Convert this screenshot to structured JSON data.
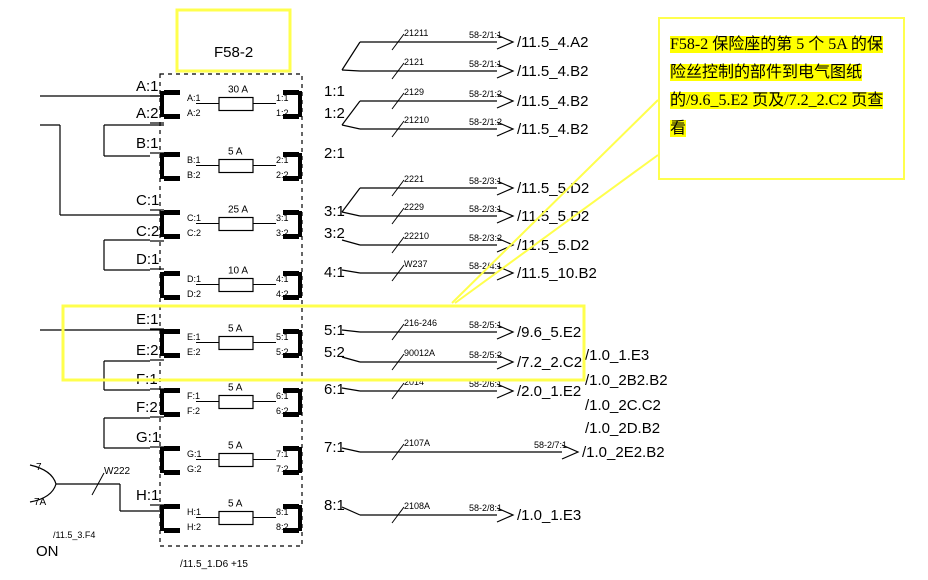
{
  "module_label": "F58-2",
  "annotation": "F58-2 保险座的第 5 个 5A 的保险丝控制的部件到电气图纸的/9.6_5.E2 页及/7.2_2.C2 页查看",
  "left_terminals": [
    "A:1",
    "A:2",
    "B:1",
    "C:1",
    "C:2",
    "D:1",
    "E:1",
    "E:2",
    "F:1",
    "F:2",
    "G:1",
    "H:1"
  ],
  "fuses": [
    {
      "in_top": "A:1",
      "in_bot": "A:2",
      "rating": "30 A",
      "out_top": "1:1",
      "out_bot": "1:2"
    },
    {
      "in_top": "B:1",
      "in_bot": "B:2",
      "rating": "5 A",
      "out_top": "2:1",
      "out_bot": "2:2"
    },
    {
      "in_top": "C:1",
      "in_bot": "C:2",
      "rating": "25 A",
      "out_top": "3:1",
      "out_bot": "3:2"
    },
    {
      "in_top": "D:1",
      "in_bot": "D:2",
      "rating": "10 A",
      "out_top": "4:1",
      "out_bot": "4:2"
    },
    {
      "in_top": "E:1",
      "in_bot": "E:2",
      "rating": "5 A",
      "out_top": "5:1",
      "out_bot": "5:2"
    },
    {
      "in_top": "F:1",
      "in_bot": "F:2",
      "rating": "5 A",
      "out_top": "6:1",
      "out_bot": "6:2"
    },
    {
      "in_top": "G:1",
      "in_bot": "G:2",
      "rating": "5 A",
      "out_top": "7:1",
      "out_bot": "7:2"
    },
    {
      "in_top": "H:1",
      "in_bot": "H:2",
      "rating": "5 A",
      "out_top": "8:1",
      "out_bot": "8:2"
    }
  ],
  "outputs": [
    {
      "term": "1:1",
      "wire": "21211",
      "tag": "58-2/1:1",
      "dest": "/11.5_4.A2"
    },
    {
      "term": "1:1",
      "wire": "2121",
      "tag": "58-2/1:1",
      "dest": "/11.5_4.B2"
    },
    {
      "term": "1:2",
      "wire": "2129",
      "tag": "58-2/1:2",
      "dest": "/11.5_4.B2"
    },
    {
      "term": "1:2",
      "wire": "21210",
      "tag": "58-2/1:2",
      "dest": "/11.5_4.B2"
    },
    {
      "term": "3:1",
      "wire": "2221",
      "tag": "58-2/3:1",
      "dest": "/11.5_5.D2"
    },
    {
      "term": "3:1",
      "wire": "2229",
      "tag": "58-2/3:1",
      "dest": "/11.5_5.D2"
    },
    {
      "term": "3:2",
      "wire": "22210",
      "tag": "58-2/3:2",
      "dest": "/11.5_5.D2"
    },
    {
      "term": "4:1",
      "wire": "W237",
      "tag": "58-2/4:1",
      "dest": "/11.5_10.B2"
    },
    {
      "term": "5:1",
      "wire": "216-246",
      "tag": "58-2/5:1",
      "dest": "/9.6_5.E2"
    },
    {
      "term": "5:2",
      "wire": "90012A",
      "tag": "58-2/5:2",
      "dest": "/7.2_2.C2"
    },
    {
      "term": "6:1",
      "wire": "2014",
      "tag": "58-2/6:1",
      "dest": "/2.0_1.E2"
    },
    {
      "term": "7:1",
      "wire": "2107A",
      "tag": "58-2/7:1",
      "dest": "/1.0_2E2.B2"
    },
    {
      "term": "8:1",
      "wire": "2108A",
      "tag": "58-2/8:1",
      "dest": "/1.0_1.E3"
    }
  ],
  "side_refs": [
    "/1.0_1.E3",
    "/1.0_2B2.B2",
    "/1.0_2C.C2",
    "/1.0_2D.B2"
  ],
  "bottom_ref": "/11.5_1.D6 +15",
  "left_bottom": {
    "wire": "W222",
    "ref": "/11.5_3.F4",
    "a": "7",
    "b": "7A",
    "c": "ON"
  },
  "colors": {
    "highlight": "#ffff00",
    "frame": "#ffff4d",
    "line": "#000000"
  }
}
